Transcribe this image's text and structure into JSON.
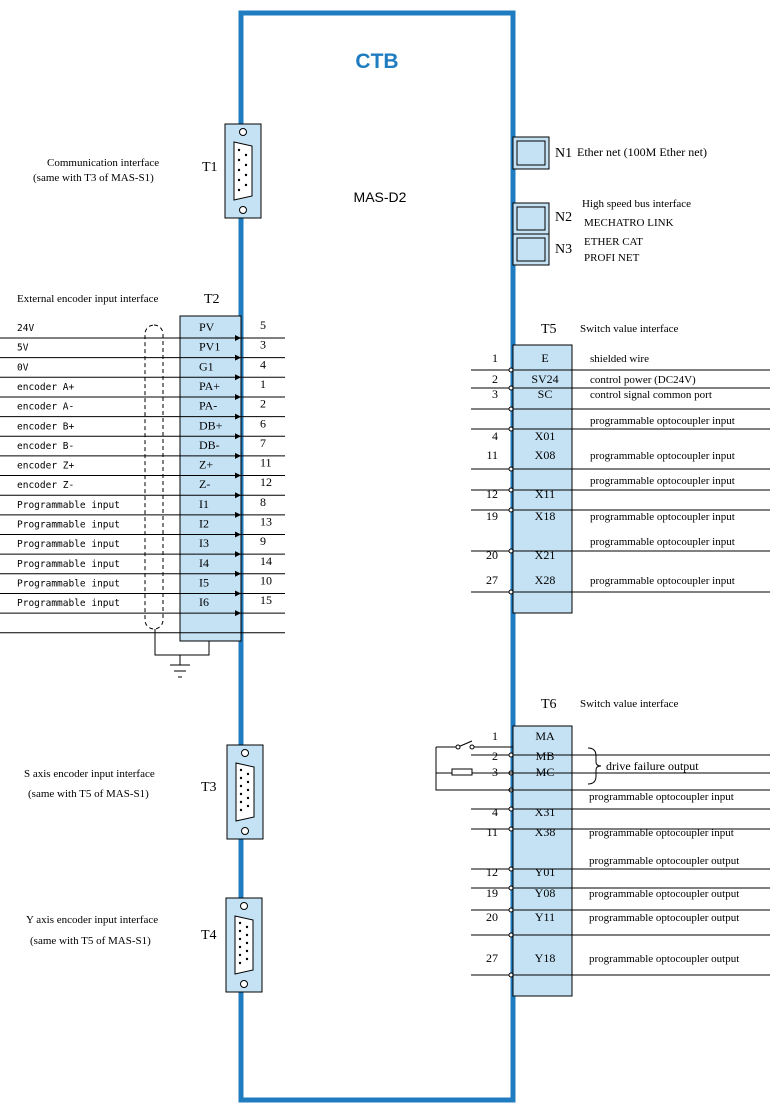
{
  "board": {
    "title": "CTB",
    "model": "MAS-D2"
  },
  "t1": {
    "tag": "T1",
    "line1": "Communication interface",
    "line2": "(same with T3 of MAS-S1)"
  },
  "t3": {
    "tag": "T3",
    "line1": "S axis encoder input interface",
    "line2": "(same with T5 of MAS-S1)"
  },
  "t4": {
    "tag": "T4",
    "line1": "Y axis encoder input interface",
    "line2": "(same with T5 of MAS-S1)"
  },
  "n1": {
    "tag": "N1",
    "label": "Ether net (100M Ether net)"
  },
  "n2": {
    "tag": "N2",
    "header": "High speed bus interface",
    "label": "MECHATRO LINK"
  },
  "n3": {
    "tag": "N3",
    "label1": "ETHER CAT",
    "label2": "PROFI NET"
  },
  "t2": {
    "heading": "External encoder input interface",
    "tag": "T2",
    "rows": [
      {
        "signal": "24V",
        "pin": "PV",
        "num": "5"
      },
      {
        "signal": "5V",
        "pin": "PV1",
        "num": "3"
      },
      {
        "signal": "0V",
        "pin": "G1",
        "num": "4"
      },
      {
        "signal": "encoder A+",
        "pin": "PA+",
        "num": "1"
      },
      {
        "signal": "encoder A-",
        "pin": "PA-",
        "num": "2"
      },
      {
        "signal": "encoder B+",
        "pin": "DB+",
        "num": "6"
      },
      {
        "signal": "encoder B-",
        "pin": "DB-",
        "num": "7"
      },
      {
        "signal": "encoder Z+",
        "pin": "Z+",
        "num": "11"
      },
      {
        "signal": "encoder Z-",
        "pin": "Z-",
        "num": "12"
      },
      {
        "signal": "Programmable input",
        "pin": "I1",
        "num": "8"
      },
      {
        "signal": "Programmable input",
        "pin": "I2",
        "num": "13"
      },
      {
        "signal": "Programmable input",
        "pin": "I3",
        "num": "9"
      },
      {
        "signal": "Programmable input",
        "pin": "I4",
        "num": "14"
      },
      {
        "signal": "Programmable input",
        "pin": "I5",
        "num": "10"
      },
      {
        "signal": "Programmable input",
        "pin": "I6",
        "num": "15"
      }
    ]
  },
  "t5": {
    "tag": "T5",
    "heading": "Switch value interface",
    "rows": [
      {
        "num": "1",
        "pin": "E",
        "desc": "shielded wire"
      },
      {
        "num": "2",
        "pin": "SV24",
        "desc": "control power (DC24V)"
      },
      {
        "num": "3",
        "pin": "SC",
        "desc": "control signal common port"
      },
      {
        "num": "",
        "pin": "",
        "desc": "programmable optocoupler input"
      },
      {
        "num": "4",
        "pin": "X01",
        "desc": ""
      },
      {
        "num": "11",
        "pin": "X08",
        "desc": "programmable optocoupler input"
      },
      {
        "num": "",
        "pin": "",
        "desc": "programmable optocoupler input"
      },
      {
        "num": "12",
        "pin": "X11",
        "desc": ""
      },
      {
        "num": "19",
        "pin": "X18",
        "desc": "programmable optocoupler input"
      },
      {
        "num": "",
        "pin": "",
        "desc": "programmable optocoupler input"
      },
      {
        "num": "20",
        "pin": "X21",
        "desc": ""
      },
      {
        "num": "27",
        "pin": "X28",
        "desc": "programmable optocoupler input"
      }
    ]
  },
  "t6": {
    "tag": "T6",
    "heading": "Switch value interface",
    "relay_label": "drive failure output",
    "rows": [
      {
        "num": "1",
        "pin": "MA",
        "desc": ""
      },
      {
        "num": "2",
        "pin": "MB",
        "desc": ""
      },
      {
        "num": "3",
        "pin": "MC",
        "desc": ""
      },
      {
        "num": "",
        "pin": "",
        "desc": "programmable optocoupler input"
      },
      {
        "num": "4",
        "pin": "X31",
        "desc": ""
      },
      {
        "num": "11",
        "pin": "X38",
        "desc": "programmable optocoupler input"
      },
      {
        "num": "",
        "pin": "",
        "desc": "programmable optocoupler output"
      },
      {
        "num": "12",
        "pin": "Y01",
        "desc": ""
      },
      {
        "num": "19",
        "pin": "Y08",
        "desc": "programmable optocoupler output"
      },
      {
        "num": "20",
        "pin": "Y11",
        "desc": "programmable optocoupler output"
      },
      {
        "num": "27",
        "pin": "Y18",
        "desc": "programmable optocoupler output"
      }
    ]
  }
}
